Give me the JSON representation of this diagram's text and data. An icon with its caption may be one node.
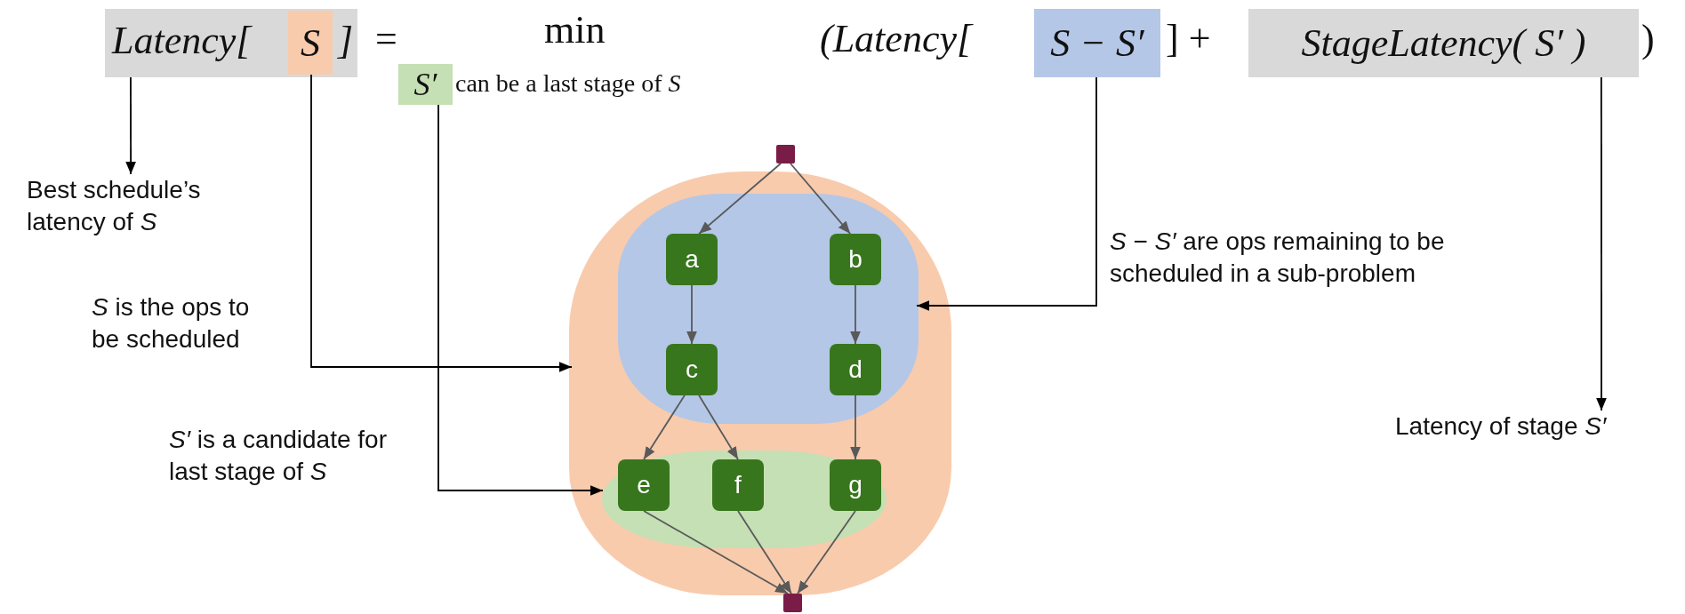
{
  "diagram": {
    "nodes": [
      {
        "text": [
          "Latency[",
          "]"
        ]
      },
      {
        "text": [
          "S"
        ],
        "in": 0
      },
      {
        "text": [
          "S′"
        ]
      },
      {
        "text": [
          "S − S′"
        ]
      },
      {
        "text": [
          "StageLatency( S′ )"
        ]
      },
      {
        "text": [
          "Best schedule’s latency of *S*"
        ]
      },
      {
        "text": [
          "Latency of stage *S′*"
        ]
      },
      {
        "text": [],
        "shape": "blob"
      },
      {
        "text": [],
        "shape": "blob",
        "in": 7
      },
      {
        "text": [],
        "shape": "blob",
        "in": 7
      },
      {
        "text": [],
        "shape": "box"
      },
      {
        "text": [
          "a"
        ],
        "in": 8
      },
      {
        "text": [
          "b"
        ],
        "in": 8
      },
      {
        "text": [
          "c"
        ],
        "in": 8
      },
      {
        "text": [
          "d"
        ],
        "in": 8
      },
      {
        "text": [
          "e"
        ],
        "in": 9
      },
      {
        "text": [
          "f"
        ],
        "in": 9
      },
      {
        "text": [
          "g"
        ],
        "in": 9
      },
      {
        "text": [],
        "shape": "box"
      }
    ],
    "edges": [
      {
        "from": 0,
        "to": 5,
        "arrow": "to",
        "color": "#000000"
      },
      {
        "from": 1,
        "to": 7,
        "arrow": "to",
        "color": "#000000"
      },
      {
        "from": 2,
        "to": 9,
        "arrow": "to",
        "color": "#000000"
      },
      {
        "from": 3,
        "to": 8,
        "arrow": "to",
        "color": "#000000"
      },
      {
        "from": 4,
        "to": 6,
        "arrow": "to",
        "color": "#000000"
      },
      {
        "from": 10,
        "to": 11,
        "arrow": "to"
      },
      {
        "from": 10,
        "to": 12,
        "arrow": "to"
      },
      {
        "from": 11,
        "to": 13,
        "arrow": "to"
      },
      {
        "from": 12,
        "to": 14,
        "arrow": "to"
      },
      {
        "from": 13,
        "to": 15,
        "arrow": "to"
      },
      {
        "from": 13,
        "to": 16,
        "arrow": "to"
      },
      {
        "from": 14,
        "to": 17,
        "arrow": "to"
      },
      {
        "from": 15,
        "to": 18,
        "arrow": "to"
      },
      {
        "from": 16,
        "to": 18,
        "arrow": "to"
      },
      {
        "from": 17,
        "to": 18,
        "arrow": "to"
      }
    ],
    "labels": [
      "=",
      "min",
      "can be a last stage of *S*",
      "(Latency[",
      "] +",
      ")",
      "*S* is the ops to be scheduled",
      "*S′* is a candidate for last stage of *S*",
      "*S* − *S′* are ops remaining to be scheduled in a sub-problem"
    ]
  }
}
